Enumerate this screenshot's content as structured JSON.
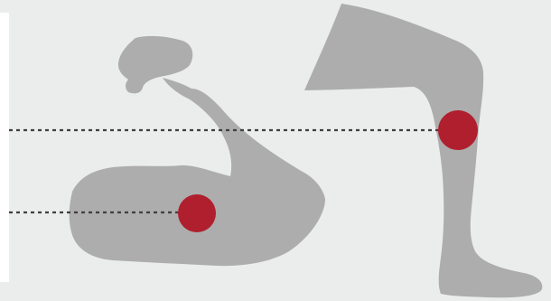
{
  "illustration": {
    "subjects": [
      "flexed-arm",
      "bent-leg"
    ],
    "colors": {
      "background": "#ebedec",
      "panel": "#ffffff",
      "silhouette": "#adadad",
      "marker": "#b01f2e",
      "guide_line": "#3f3f3f"
    },
    "markers": [
      {
        "id": "knee-marker",
        "body_part": "knee"
      },
      {
        "id": "elbow-marker",
        "body_part": "forearm"
      }
    ],
    "guide_lines": [
      {
        "id": "knee-guide-line",
        "style": "dotted"
      },
      {
        "id": "arm-guide-line",
        "style": "dotted"
      }
    ]
  }
}
